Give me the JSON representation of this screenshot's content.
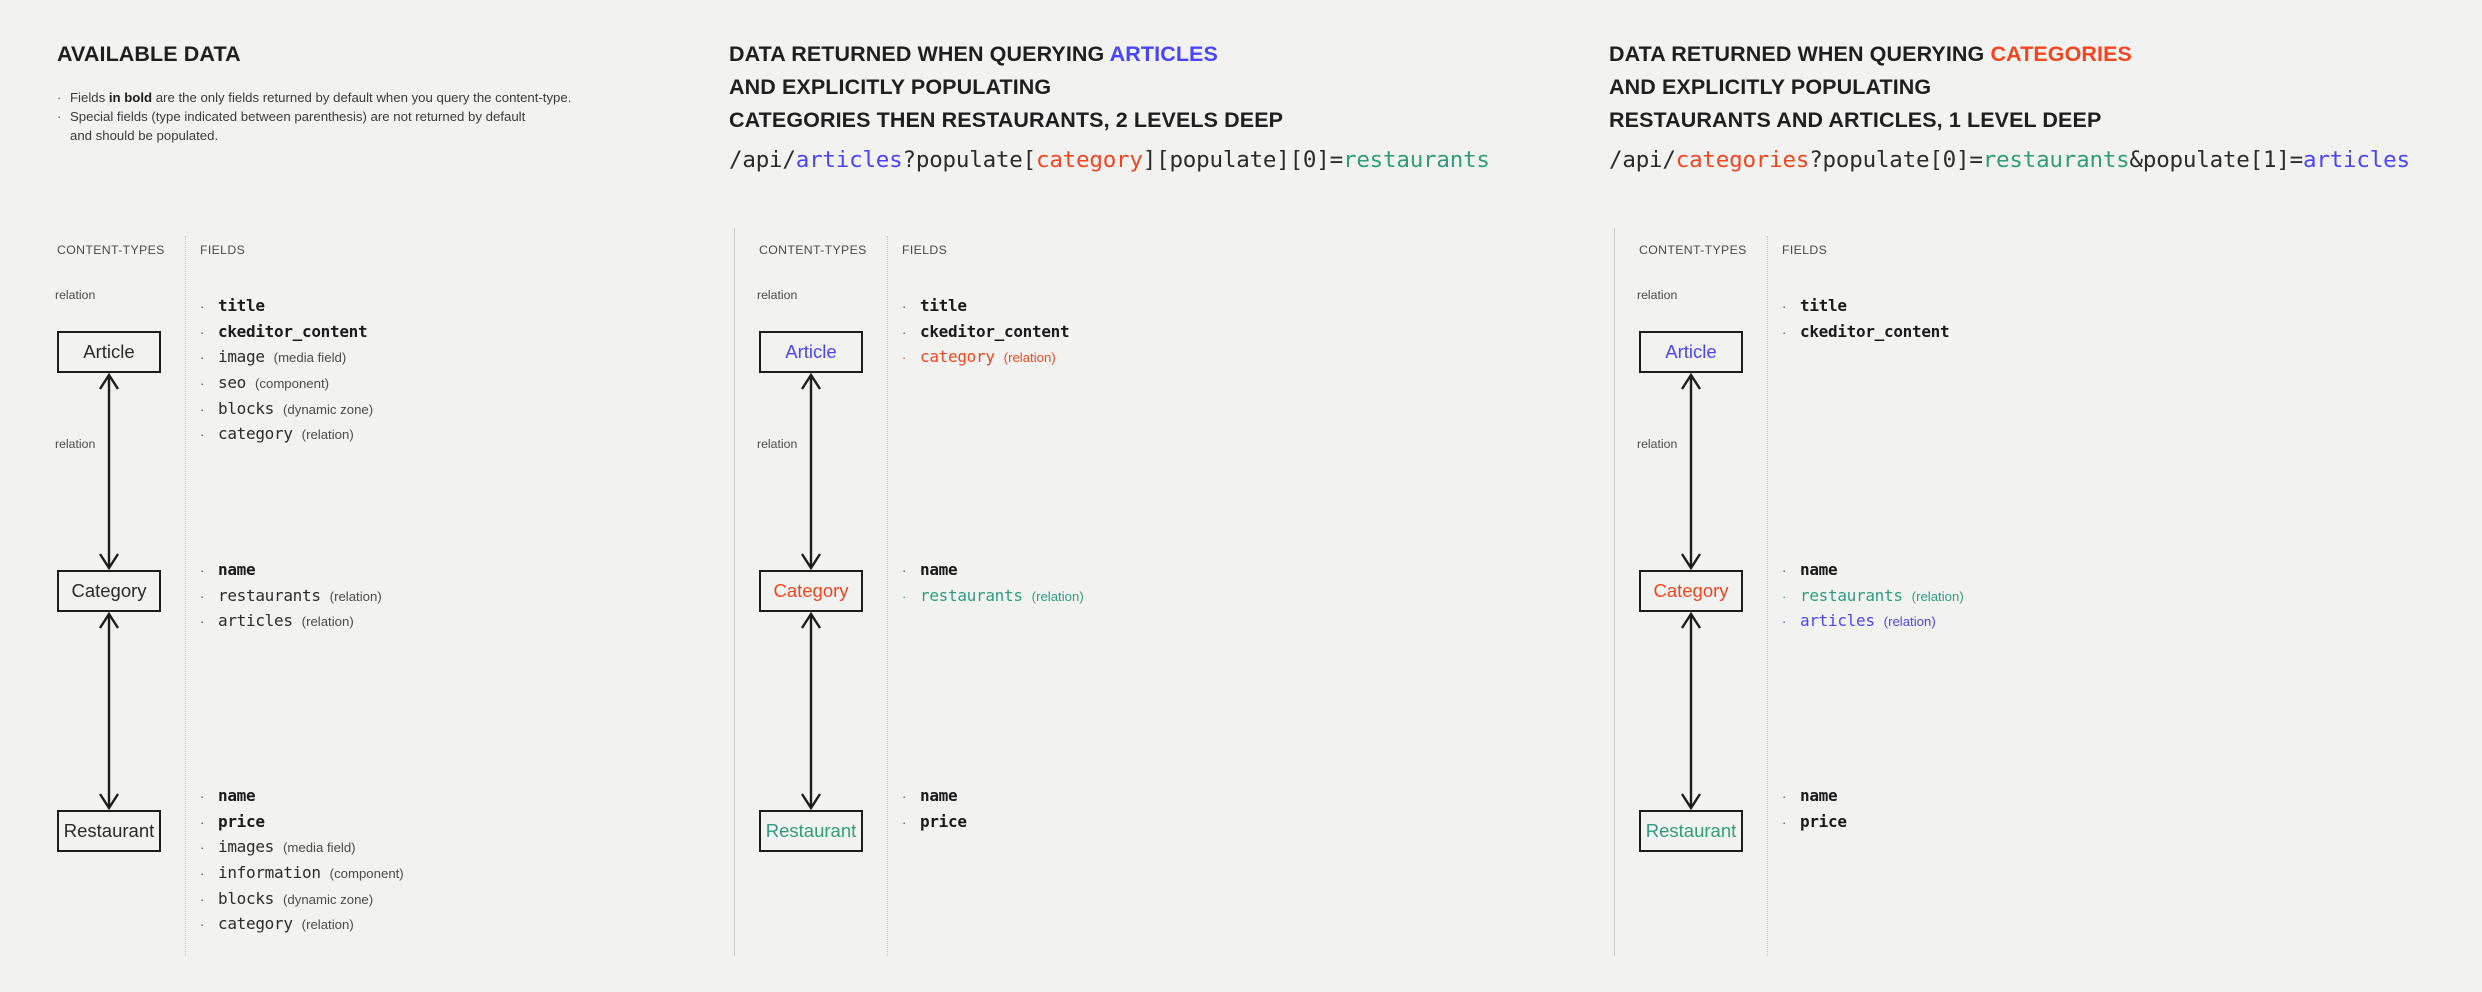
{
  "colors": {
    "background": "#f2f2f1",
    "text": "#2b2b2b",
    "blue": "#4945ff",
    "red": "#f5451f",
    "green": "#2f9e79",
    "box_border": "#1d1d1d",
    "rule": "#c6c6c4"
  },
  "labels": {
    "content_types": "CONTENT-TYPES",
    "fields": "FIELDS",
    "relation": "relation",
    "bullet": "·"
  },
  "panels": [
    {
      "id": "available-data",
      "heading": {
        "prefix": "AVAILABLE DATA",
        "highlight": "",
        "line2": "",
        "line3": ""
      },
      "notes": [
        {
          "pre": "Fields ",
          "bold": "in bold",
          "post": " are the only fields returned by default when you query the content-type."
        },
        {
          "pre": "Special fields (type indicated between parenthesis) are not returned by default",
          "bold": "",
          "post": ""
        },
        {
          "pre": "and should be populated.",
          "bold": "",
          "post": "",
          "continuation": true
        }
      ],
      "query": null,
      "boxes": [
        {
          "label": "Article",
          "color": "default"
        },
        {
          "label": "Category",
          "color": "default"
        },
        {
          "label": "Restaurant",
          "color": "default"
        }
      ],
      "groups": [
        {
          "entity": "Article",
          "fields": [
            {
              "name": "title",
              "type": "",
              "bold": true,
              "color": "default"
            },
            {
              "name": "ckeditor_content",
              "type": "",
              "bold": true,
              "color": "default"
            },
            {
              "name": "image",
              "type": "(media field)",
              "bold": false,
              "color": "default"
            },
            {
              "name": "seo",
              "type": "(component)",
              "bold": false,
              "color": "default"
            },
            {
              "name": "blocks",
              "type": "(dynamic zone)",
              "bold": false,
              "color": "default"
            },
            {
              "name": "category",
              "type": "(relation)",
              "bold": false,
              "color": "default"
            }
          ]
        },
        {
          "entity": "Category",
          "fields": [
            {
              "name": "name",
              "type": "",
              "bold": true,
              "color": "default"
            },
            {
              "name": "restaurants",
              "type": "(relation)",
              "bold": false,
              "color": "default"
            },
            {
              "name": "articles",
              "type": "(relation)",
              "bold": false,
              "color": "default"
            }
          ]
        },
        {
          "entity": "Restaurant",
          "fields": [
            {
              "name": "name",
              "type": "",
              "bold": true,
              "color": "default"
            },
            {
              "name": "price",
              "type": "",
              "bold": true,
              "color": "default"
            },
            {
              "name": "images",
              "type": "(media field)",
              "bold": false,
              "color": "default"
            },
            {
              "name": "information",
              "type": "(component)",
              "bold": false,
              "color": "default"
            },
            {
              "name": "blocks",
              "type": "(dynamic zone)",
              "bold": false,
              "color": "default"
            },
            {
              "name": "category",
              "type": "(relation)",
              "bold": false,
              "color": "default"
            }
          ]
        }
      ]
    },
    {
      "id": "query-articles",
      "heading": {
        "prefix": "DATA RETURNED WHEN QUERYING ",
        "highlight": "ARTICLES",
        "highlight_color": "blue",
        "line2": "AND EXPLICITLY POPULATING",
        "line3": "CATEGORIES THEN RESTAURANTS, 2 LEVELS DEEP"
      },
      "notes": [],
      "query": {
        "full": "/api/articles?populate[category][populate][0]=restaurants",
        "segments": [
          {
            "text": "/api/",
            "color": "default"
          },
          {
            "text": "articles",
            "color": "blue"
          },
          {
            "text": "?populate[",
            "color": "default"
          },
          {
            "text": "category",
            "color": "red"
          },
          {
            "text": "][populate][0]=",
            "color": "default"
          },
          {
            "text": "restaurants",
            "color": "green"
          }
        ]
      },
      "boxes": [
        {
          "label": "Article",
          "color": "blue"
        },
        {
          "label": "Category",
          "color": "red"
        },
        {
          "label": "Restaurant",
          "color": "green"
        }
      ],
      "groups": [
        {
          "entity": "Article",
          "fields": [
            {
              "name": "title",
              "type": "",
              "bold": true,
              "color": "default"
            },
            {
              "name": "ckeditor_content",
              "type": "",
              "bold": true,
              "color": "default"
            },
            {
              "name": "category",
              "type": "(relation)",
              "bold": false,
              "color": "red"
            }
          ]
        },
        {
          "entity": "Category",
          "fields": [
            {
              "name": "name",
              "type": "",
              "bold": true,
              "color": "default"
            },
            {
              "name": "restaurants",
              "type": "(relation)",
              "bold": false,
              "color": "green"
            }
          ]
        },
        {
          "entity": "Restaurant",
          "fields": [
            {
              "name": "name",
              "type": "",
              "bold": true,
              "color": "default"
            },
            {
              "name": "price",
              "type": "",
              "bold": true,
              "color": "default"
            }
          ]
        }
      ]
    },
    {
      "id": "query-categories",
      "heading": {
        "prefix": "DATA RETURNED WHEN QUERYING ",
        "highlight": "CATEGORIES",
        "highlight_color": "red",
        "line2": "AND EXPLICITLY POPULATING",
        "line3": "RESTAURANTS AND ARTICLES, 1 LEVEL DEEP"
      },
      "notes": [],
      "query": {
        "full": "/api/categories?populate[0]=restaurants&populate[1]=articles",
        "segments": [
          {
            "text": "/api/",
            "color": "default"
          },
          {
            "text": "categories",
            "color": "red"
          },
          {
            "text": "?populate[0]=",
            "color": "default"
          },
          {
            "text": "restaurants",
            "color": "green"
          },
          {
            "text": "&populate[1]=",
            "color": "default"
          },
          {
            "text": "articles",
            "color": "blue"
          }
        ]
      },
      "boxes": [
        {
          "label": "Article",
          "color": "blue"
        },
        {
          "label": "Category",
          "color": "red"
        },
        {
          "label": "Restaurant",
          "color": "green"
        }
      ],
      "groups": [
        {
          "entity": "Article",
          "fields": [
            {
              "name": "title",
              "type": "",
              "bold": true,
              "color": "default"
            },
            {
              "name": "ckeditor_content",
              "type": "",
              "bold": true,
              "color": "default"
            }
          ]
        },
        {
          "entity": "Category",
          "fields": [
            {
              "name": "name",
              "type": "",
              "bold": true,
              "color": "default"
            },
            {
              "name": "restaurants",
              "type": "(relation)",
              "bold": false,
              "color": "green"
            },
            {
              "name": "articles",
              "type": "(relation)",
              "bold": false,
              "color": "blue"
            }
          ]
        },
        {
          "entity": "Restaurant",
          "fields": [
            {
              "name": "name",
              "type": "",
              "bold": true,
              "color": "default"
            },
            {
              "name": "price",
              "type": "",
              "bold": true,
              "color": "default"
            }
          ]
        }
      ]
    }
  ]
}
